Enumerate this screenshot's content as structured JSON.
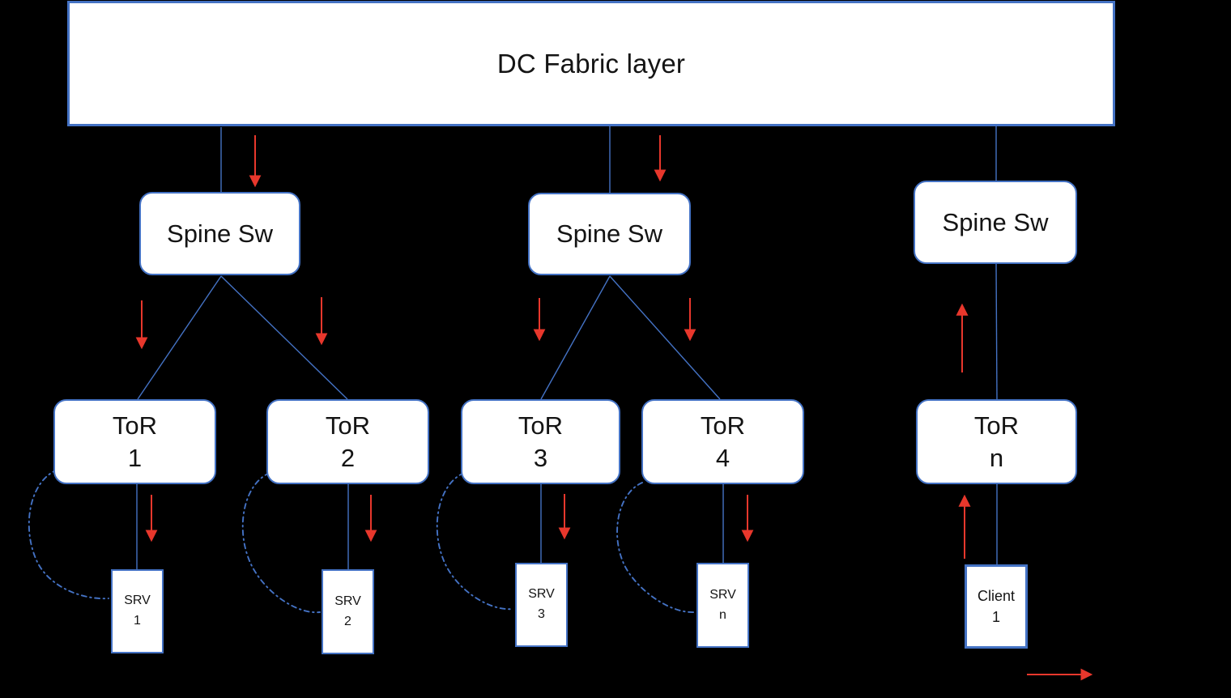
{
  "colors": {
    "background": "#000000",
    "box_fill": "#ffffff",
    "border_blue": "#4472c4",
    "connector_blue": "#4472c4",
    "arrow_red": "#e8372c",
    "label_text": "#141414"
  },
  "diagram": {
    "fabric": {
      "label": "DC Fabric layer"
    },
    "spine_switches": [
      {
        "label": "Spine Sw"
      },
      {
        "label": "Spine Sw"
      },
      {
        "label": "Spine Sw"
      }
    ],
    "tor_switches": [
      {
        "name": "ToR",
        "id": "1"
      },
      {
        "name": "ToR",
        "id": "2"
      },
      {
        "name": "ToR",
        "id": "3"
      },
      {
        "name": "ToR",
        "id": "4"
      },
      {
        "name": "ToR",
        "id": "n"
      }
    ],
    "endpoints": [
      {
        "name": "SRV",
        "id": "1"
      },
      {
        "name": "SRV",
        "id": "2"
      },
      {
        "name": "SRV",
        "id": "3"
      },
      {
        "name": "SRV",
        "id": "n"
      },
      {
        "name": "Client",
        "id": "1"
      }
    ]
  }
}
